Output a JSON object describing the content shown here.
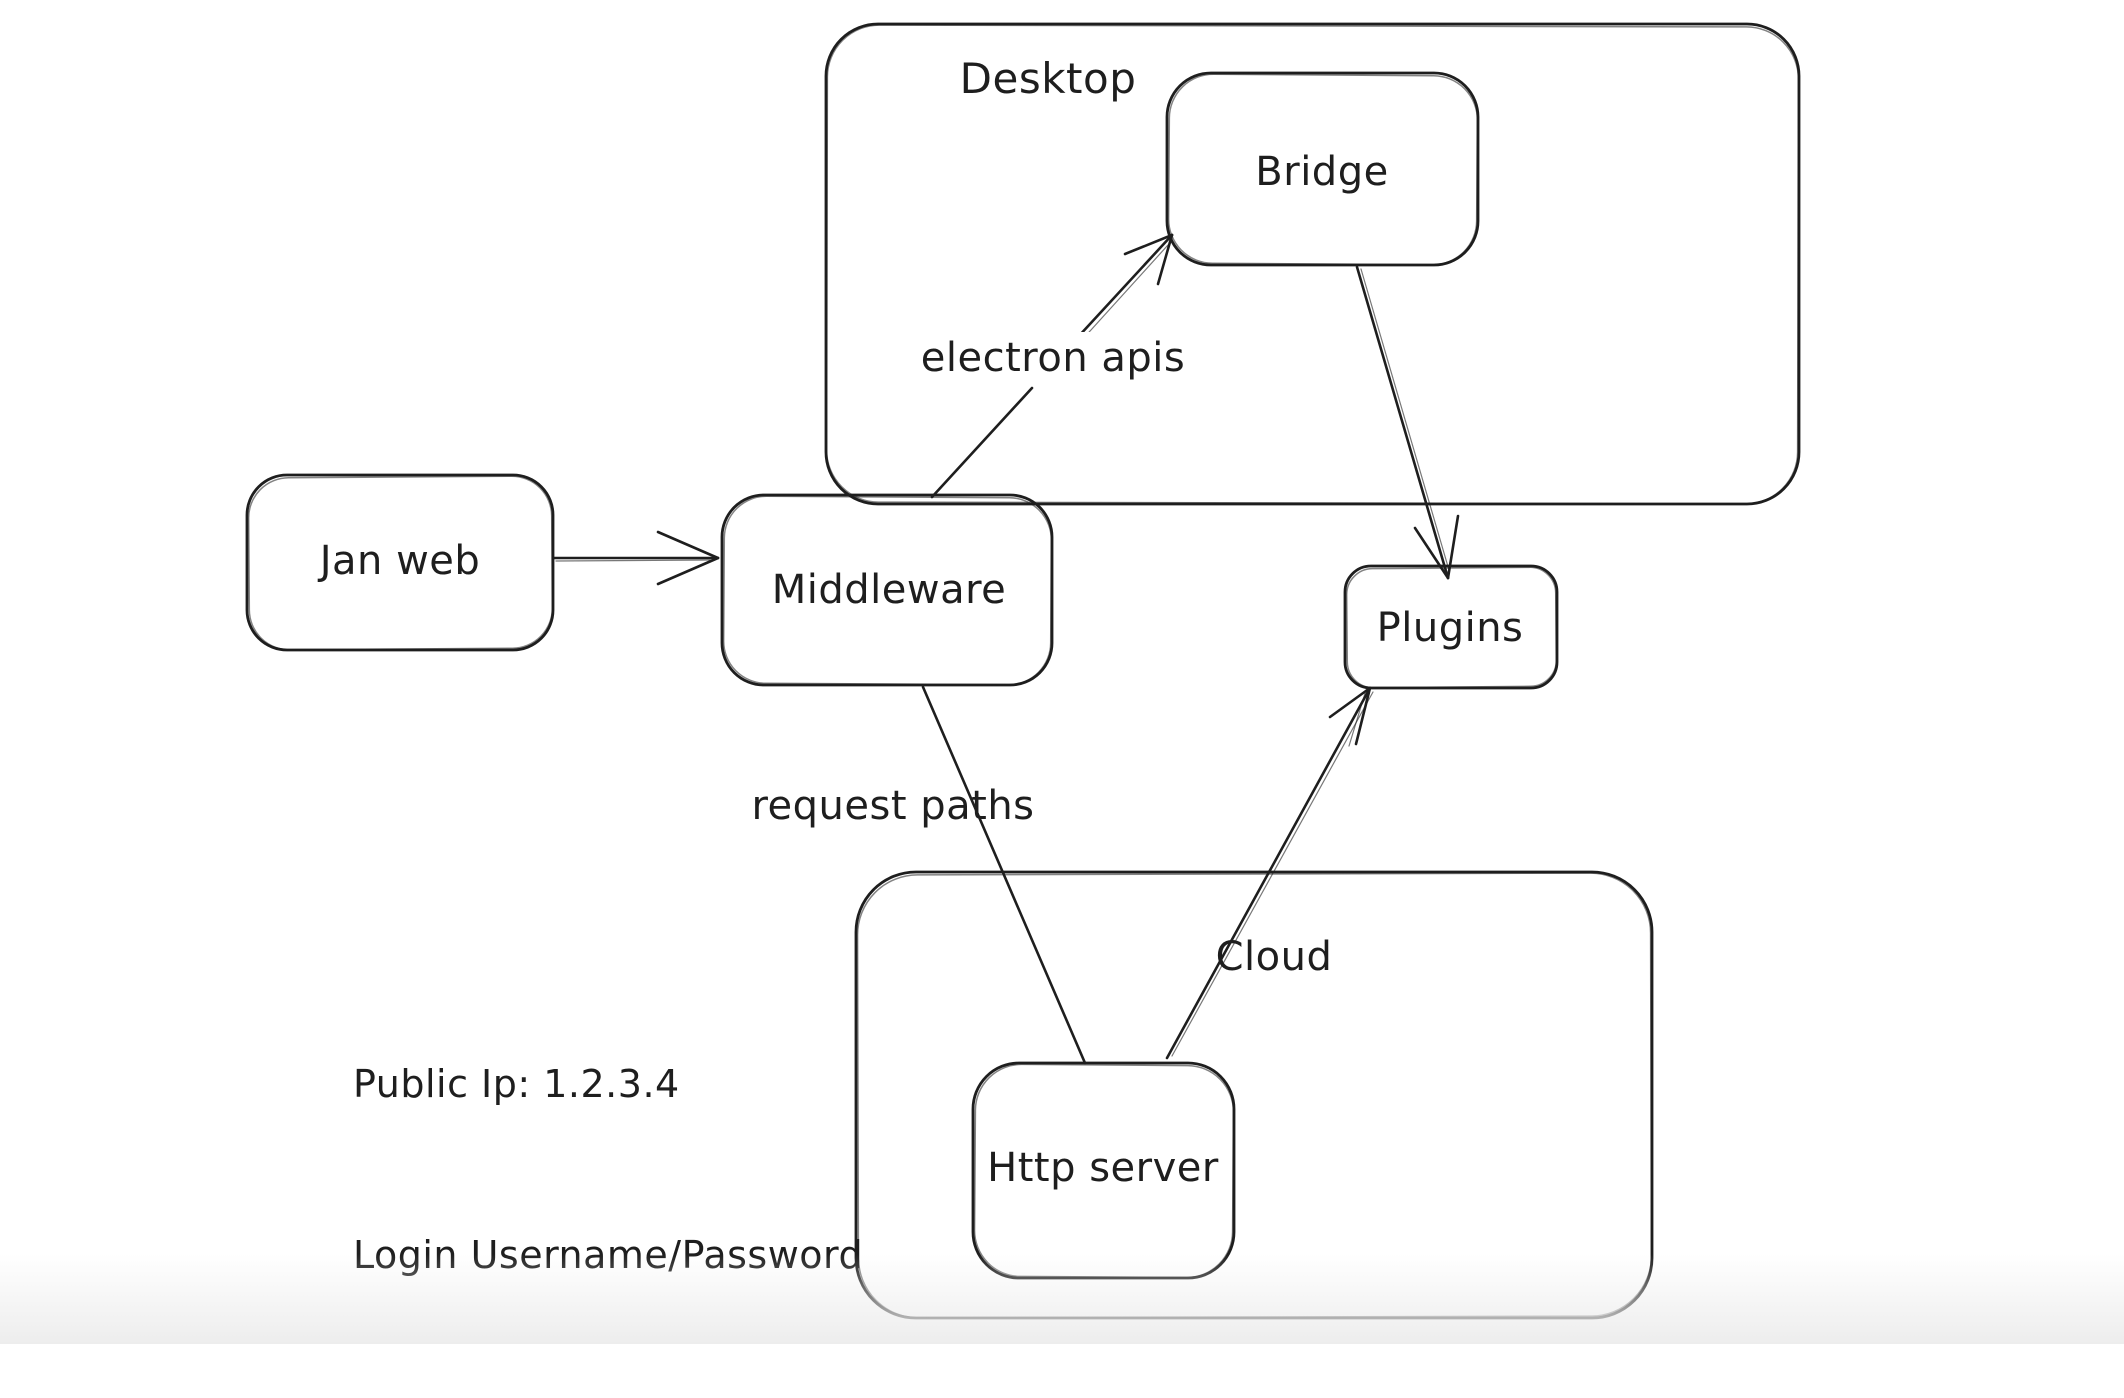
{
  "diagram": {
    "colors": {
      "stroke": "#1e1e1e",
      "background": "#ffffff",
      "bottom_fade": "#ededed"
    },
    "containers": {
      "desktop": {
        "label": "Desktop"
      },
      "cloud": {
        "label": "Cloud"
      }
    },
    "nodes": {
      "jan_web": {
        "label": "Jan web"
      },
      "middleware": {
        "label": "Middleware"
      },
      "bridge": {
        "label": "Bridge"
      },
      "plugins": {
        "label": "Plugins"
      },
      "http_server": {
        "label": "Http server"
      }
    },
    "edges": {
      "jan_web_to_middleware": {
        "from": "Jan web",
        "to": "Middleware",
        "label": "",
        "arrowhead": "end"
      },
      "middleware_to_bridge": {
        "from": "Middleware",
        "to": "Bridge",
        "label": "electron apis",
        "arrowhead": "end"
      },
      "bridge_to_plugins": {
        "from": "Bridge",
        "to": "Plugins",
        "label": "",
        "arrowhead": "end"
      },
      "middleware_to_http_server": {
        "from": "Middleware",
        "to": "Http server",
        "label": "request paths",
        "arrowhead": "none"
      },
      "http_server_to_plugins": {
        "from": "Http server",
        "to": "Plugins",
        "label": "",
        "arrowhead": "end"
      }
    },
    "notes": {
      "public_ip": "Public Ip: 1.2.3.4",
      "login": "Login Username/Password"
    }
  }
}
